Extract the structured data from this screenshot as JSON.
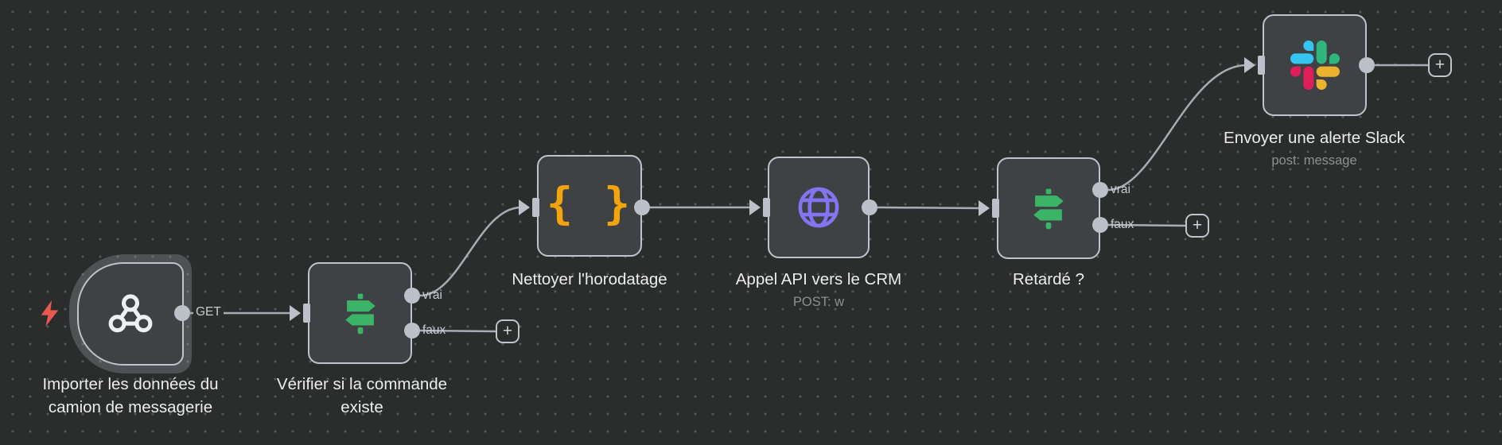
{
  "workflow": {
    "nodes": [
      {
        "id": "webhook-trigger",
        "type": "webhook",
        "label_lines": [
          "Importer les données du",
          "camion de messagerie"
        ],
        "method_label": "GET",
        "icon": "webhook-icon"
      },
      {
        "id": "if-commande-existe",
        "type": "if",
        "label_lines": [
          "Vérifier si la commande",
          "existe"
        ],
        "outputs": [
          "vrai",
          "faux"
        ],
        "icon": "signpost-icon"
      },
      {
        "id": "code-nettoyer",
        "type": "code",
        "label": "Nettoyer l'horodatage",
        "icon_glyph": "{ }",
        "icon": "code-braces-icon"
      },
      {
        "id": "http-crm",
        "type": "http-request",
        "label": "Appel API vers le CRM",
        "subtitle": "POST: w",
        "icon": "globe-icon"
      },
      {
        "id": "if-retarde",
        "type": "if",
        "label": "Retardé ?",
        "outputs": [
          "vrai",
          "faux"
        ],
        "icon": "signpost-icon"
      },
      {
        "id": "slack-alerte",
        "type": "slack",
        "label": "Envoyer une alerte Slack",
        "subtitle": "post: message",
        "icon": "slack-icon"
      }
    ],
    "add_button_label": "+"
  },
  "colors": {
    "edge": "#a8acb4",
    "node-border": "#bfc3cb",
    "if-green": "#3cb468",
    "code-orange": "#f3a30b",
    "http-purple": "#8573f0",
    "bolt-red": "#e9584e",
    "slack-blue": "#36C5F0",
    "slack-green": "#2EB67D",
    "slack-yellow": "#ECB22E",
    "slack-red": "#E01E5A"
  }
}
